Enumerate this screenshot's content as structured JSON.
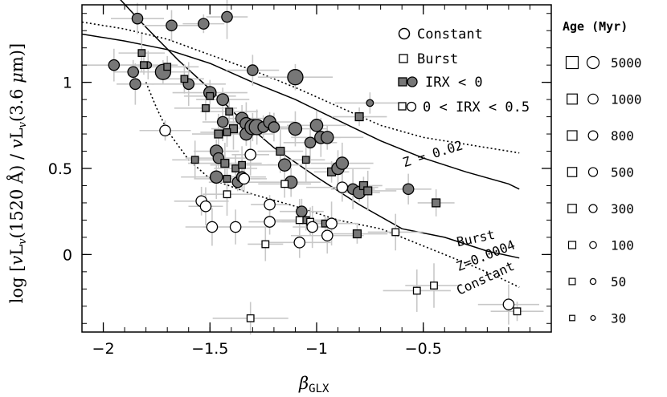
{
  "chart_data": {
    "type": "scatter",
    "xlabel": "β",
    "xlabel_sub": "GLX",
    "ylabel": "log [vL_v(1520 Å) / vL_v(3.6 μm)]",
    "ylabel_parts": {
      "log": "log [",
      "v1": "v",
      "L1": "L",
      "sub1": "v",
      "mid": "(1520 Å) / ",
      "v2": "v",
      "L2": "L",
      "sub2": "v",
      "end": "(3.6 ",
      "mu": "μ",
      "m": "m)]"
    },
    "xlim": [
      -2.1,
      0.1
    ],
    "ylim": [
      -0.45,
      1.45
    ],
    "x_ticks": [
      -2,
      -1.5,
      -1,
      -0.5
    ],
    "x_tick_labels": [
      "−2",
      "−1.5",
      "−1",
      "−0.5"
    ],
    "y_ticks": [
      0,
      0.5,
      1
    ],
    "y_tick_labels": [
      "0",
      "0.5",
      "1"
    ],
    "grid": false,
    "legend": {
      "placement": "top-right",
      "entries": [
        {
          "label": "Constant",
          "marker": "open-circle"
        },
        {
          "label": "Burst",
          "marker": "open-square"
        },
        {
          "label": "IRX < 0",
          "marker": "filled-square-and-circle"
        },
        {
          "label": "0 < IRX < 0.5",
          "marker": "open-square-and-circle"
        }
      ]
    },
    "age_key": {
      "title": "Age (Myr)",
      "entries": [
        {
          "label": "5000",
          "size": 1.0
        },
        {
          "label": "1000",
          "size": 0.8
        },
        {
          "label": "800",
          "size": 0.75
        },
        {
          "label": "500",
          "size": 0.7
        },
        {
          "label": "300",
          "size": 0.62
        },
        {
          "label": "100",
          "size": 0.5
        },
        {
          "label": "50",
          "size": 0.4
        },
        {
          "label": "30",
          "size": 0.3
        }
      ]
    },
    "curves": [
      {
        "name": "Z = 0.02",
        "kind": "burst",
        "style": "solid",
        "points": [
          [
            -2.1,
            1.28
          ],
          [
            -1.9,
            1.24
          ],
          [
            -1.7,
            1.19
          ],
          [
            -1.5,
            1.11
          ],
          [
            -1.3,
            1.0
          ],
          [
            -1.1,
            0.9
          ],
          [
            -0.9,
            0.78
          ],
          [
            -0.7,
            0.66
          ],
          [
            -0.5,
            0.56
          ],
          [
            -0.3,
            0.48
          ],
          [
            -0.1,
            0.41
          ],
          [
            -0.05,
            0.38
          ]
        ]
      },
      {
        "name": "Z = 0.02",
        "kind": "constant",
        "style": "dotted",
        "points": [
          [
            -2.1,
            1.35
          ],
          [
            -1.9,
            1.31
          ],
          [
            -1.7,
            1.25
          ],
          [
            -1.5,
            1.16
          ],
          [
            -1.3,
            1.07
          ],
          [
            -1.1,
            0.97
          ],
          [
            -0.9,
            0.86
          ],
          [
            -0.7,
            0.75
          ],
          [
            -0.5,
            0.68
          ],
          [
            -0.3,
            0.64
          ],
          [
            -0.1,
            0.6
          ],
          [
            -0.05,
            0.59
          ]
        ]
      },
      {
        "name": "Z=0.0004",
        "kind": "burst",
        "style": "solid",
        "points": [
          [
            -1.92,
            1.48
          ],
          [
            -1.8,
            1.32
          ],
          [
            -1.65,
            1.13
          ],
          [
            -1.5,
            0.96
          ],
          [
            -1.35,
            0.78
          ],
          [
            -1.2,
            0.62
          ],
          [
            -1.0,
            0.45
          ],
          [
            -0.8,
            0.29
          ],
          [
            -0.6,
            0.15
          ],
          [
            -0.4,
            0.1
          ],
          [
            -0.2,
            0.02
          ],
          [
            -0.05,
            -0.02
          ]
        ]
      },
      {
        "name": "Z=0.0004",
        "kind": "constant",
        "style": "dotted",
        "points": [
          [
            -1.8,
            1.0
          ],
          [
            -1.75,
            0.85
          ],
          [
            -1.7,
            0.72
          ],
          [
            -1.6,
            0.55
          ],
          [
            -1.5,
            0.44
          ],
          [
            -1.3,
            0.35
          ],
          [
            -1.1,
            0.28
          ],
          [
            -0.9,
            0.2
          ],
          [
            -0.7,
            0.15
          ],
          [
            -0.5,
            0.05
          ],
          [
            -0.3,
            -0.05
          ],
          [
            -0.15,
            -0.13
          ],
          [
            -0.05,
            -0.19
          ]
        ]
      }
    ],
    "annotations": [
      {
        "text": "Z = 0.02",
        "x": -0.45,
        "y": 0.56,
        "rotate": -17
      },
      {
        "text": "Burst",
        "x": -0.25,
        "y": 0.07,
        "rotate": -12
      },
      {
        "text": "Z=0.0004",
        "x": -0.2,
        "y": -0.03,
        "rotate": -22
      },
      {
        "text": "Constant",
        "x": -0.2,
        "y": -0.16,
        "rotate": -25
      }
    ],
    "series": [
      {
        "name": "IRX < 0",
        "marker": "filled",
        "points": [
          {
            "x": -1.95,
            "y": 1.1,
            "s": "c",
            "sz": 0.62
          },
          {
            "x": -1.86,
            "y": 1.06,
            "s": "c",
            "sz": 0.62
          },
          {
            "x": -1.84,
            "y": 1.37,
            "s": "c",
            "sz": 0.62
          },
          {
            "x": -1.85,
            "y": 0.99,
            "s": "c",
            "sz": 0.62
          },
          {
            "x": -1.79,
            "y": 1.1,
            "s": "c",
            "sz": 0.3
          },
          {
            "x": -1.82,
            "y": 1.17,
            "s": "s",
            "sz": 0.5
          },
          {
            "x": -1.81,
            "y": 1.1,
            "s": "s",
            "sz": 0.5
          },
          {
            "x": -1.72,
            "y": 1.06,
            "s": "c",
            "sz": 1.0
          },
          {
            "x": -1.7,
            "y": 1.09,
            "s": "s",
            "sz": 0.5
          },
          {
            "x": -1.68,
            "y": 1.33,
            "s": "c",
            "sz": 0.62
          },
          {
            "x": -1.53,
            "y": 1.34,
            "s": "c",
            "sz": 0.62
          },
          {
            "x": -1.6,
            "y": 0.99,
            "s": "c",
            "sz": 0.62
          },
          {
            "x": -1.62,
            "y": 1.02,
            "s": "s",
            "sz": 0.5
          },
          {
            "x": -1.5,
            "y": 0.94,
            "s": "c",
            "sz": 0.75
          },
          {
            "x": -1.5,
            "y": 0.92,
            "s": "s",
            "sz": 0.5
          },
          {
            "x": -1.52,
            "y": 0.85,
            "s": "s",
            "sz": 0.5
          },
          {
            "x": -1.42,
            "y": 1.38,
            "s": "c",
            "sz": 0.62
          },
          {
            "x": -1.44,
            "y": 0.9,
            "s": "c",
            "sz": 0.7
          },
          {
            "x": -1.41,
            "y": 0.83,
            "s": "s",
            "sz": 0.5
          },
          {
            "x": -1.44,
            "y": 0.77,
            "s": "c",
            "sz": 0.62
          },
          {
            "x": -1.35,
            "y": 0.79,
            "s": "c",
            "sz": 0.75
          },
          {
            "x": -1.33,
            "y": 0.76,
            "s": "c",
            "sz": 0.75
          },
          {
            "x": -1.39,
            "y": 0.73,
            "s": "s",
            "sz": 0.62
          },
          {
            "x": -1.33,
            "y": 0.7,
            "s": "c",
            "sz": 0.75
          },
          {
            "x": -1.3,
            "y": 0.74,
            "s": "c",
            "sz": 1.0
          },
          {
            "x": -1.28,
            "y": 0.74,
            "s": "c",
            "sz": 1.0
          },
          {
            "x": -1.25,
            "y": 0.74,
            "s": "c",
            "sz": 0.62
          },
          {
            "x": -1.22,
            "y": 0.77,
            "s": "c",
            "sz": 0.75
          },
          {
            "x": -1.2,
            "y": 0.74,
            "s": "c",
            "sz": 0.62
          },
          {
            "x": -1.1,
            "y": 0.73,
            "s": "c",
            "sz": 0.8
          },
          {
            "x": -1.1,
            "y": 1.03,
            "s": "c",
            "sz": 1.0
          },
          {
            "x": -1.3,
            "y": 1.07,
            "s": "c",
            "sz": 0.62
          },
          {
            "x": -1.46,
            "y": 0.7,
            "s": "s",
            "sz": 0.62
          },
          {
            "x": -1.42,
            "y": 0.71,
            "s": "s",
            "sz": 0.5
          },
          {
            "x": -1.47,
            "y": 0.6,
            "s": "c",
            "sz": 0.75
          },
          {
            "x": -1.46,
            "y": 0.56,
            "s": "c",
            "sz": 0.62
          },
          {
            "x": -1.57,
            "y": 0.55,
            "s": "s",
            "sz": 0.5
          },
          {
            "x": -1.47,
            "y": 0.45,
            "s": "c",
            "sz": 0.75
          },
          {
            "x": -1.43,
            "y": 0.53,
            "s": "s",
            "sz": 0.62
          },
          {
            "x": -1.42,
            "y": 0.44,
            "s": "s",
            "sz": 0.5
          },
          {
            "x": -1.37,
            "y": 0.42,
            "s": "c",
            "sz": 0.62
          },
          {
            "x": -1.35,
            "y": 0.45,
            "s": "c",
            "sz": 0.62
          },
          {
            "x": -1.38,
            "y": 0.5,
            "s": "s",
            "sz": 0.5
          },
          {
            "x": -1.35,
            "y": 0.52,
            "s": "s",
            "sz": 0.5
          },
          {
            "x": -1.17,
            "y": 0.6,
            "s": "s",
            "sz": 0.62
          },
          {
            "x": -1.15,
            "y": 0.52,
            "s": "c",
            "sz": 0.75
          },
          {
            "x": -1.12,
            "y": 0.42,
            "s": "c",
            "sz": 0.75
          },
          {
            "x": -1.05,
            "y": 0.55,
            "s": "s",
            "sz": 0.5
          },
          {
            "x": -1.03,
            "y": 0.65,
            "s": "c",
            "sz": 0.62
          },
          {
            "x": -1.0,
            "y": 0.75,
            "s": "c",
            "sz": 0.75
          },
          {
            "x": -0.98,
            "y": 0.68,
            "s": "c",
            "sz": 0.75
          },
          {
            "x": -0.95,
            "y": 0.68,
            "s": "c",
            "sz": 0.75
          },
          {
            "x": -0.93,
            "y": 0.48,
            "s": "s",
            "sz": 0.62
          },
          {
            "x": -0.9,
            "y": 0.5,
            "s": "c",
            "sz": 0.75
          },
          {
            "x": -0.88,
            "y": 0.53,
            "s": "c",
            "sz": 0.75
          },
          {
            "x": -0.83,
            "y": 0.38,
            "s": "c",
            "sz": 0.62
          },
          {
            "x": -0.8,
            "y": 0.36,
            "s": "c",
            "sz": 0.75
          },
          {
            "x": -0.78,
            "y": 0.4,
            "s": "s",
            "sz": 0.62
          },
          {
            "x": -0.76,
            "y": 0.37,
            "s": "s",
            "sz": 0.62
          },
          {
            "x": -0.75,
            "y": 0.88,
            "s": "c",
            "sz": 0.3
          },
          {
            "x": -0.8,
            "y": 0.8,
            "s": "s",
            "sz": 0.62
          },
          {
            "x": -0.57,
            "y": 0.38,
            "s": "c",
            "sz": 0.62
          },
          {
            "x": -0.44,
            "y": 0.3,
            "s": "s",
            "sz": 0.62
          },
          {
            "x": -1.07,
            "y": 0.25,
            "s": "c",
            "sz": 0.62
          },
          {
            "x": -1.05,
            "y": 0.2,
            "s": "s",
            "sz": 0.5
          },
          {
            "x": -0.96,
            "y": 0.18,
            "s": "s",
            "sz": 0.5
          },
          {
            "x": -0.81,
            "y": 0.12,
            "s": "s",
            "sz": 0.62
          }
        ]
      },
      {
        "name": "0 < IRX < 0.5",
        "marker": "open",
        "points": [
          {
            "x": -1.71,
            "y": 0.72,
            "s": "c",
            "sz": 0.62
          },
          {
            "x": -1.54,
            "y": 0.31,
            "s": "c",
            "sz": 0.62
          },
          {
            "x": -1.52,
            "y": 0.28,
            "s": "c",
            "sz": 0.62
          },
          {
            "x": -1.49,
            "y": 0.16,
            "s": "c",
            "sz": 0.62
          },
          {
            "x": -1.42,
            "y": 0.35,
            "s": "s",
            "sz": 0.5
          },
          {
            "x": -1.38,
            "y": 0.16,
            "s": "c",
            "sz": 0.62
          },
          {
            "x": -1.34,
            "y": 0.44,
            "s": "c",
            "sz": 0.62
          },
          {
            "x": -1.31,
            "y": 0.58,
            "s": "c",
            "sz": 0.62
          },
          {
            "x": -1.22,
            "y": 0.29,
            "s": "c",
            "sz": 0.62
          },
          {
            "x": -1.22,
            "y": 0.19,
            "s": "c",
            "sz": 0.62
          },
          {
            "x": -1.24,
            "y": 0.06,
            "s": "s",
            "sz": 0.5
          },
          {
            "x": -1.15,
            "y": 0.41,
            "s": "s",
            "sz": 0.5
          },
          {
            "x": -1.08,
            "y": 0.2,
            "s": "s",
            "sz": 0.5
          },
          {
            "x": -1.03,
            "y": 0.19,
            "s": "s",
            "sz": 0.5
          },
          {
            "x": -1.02,
            "y": 0.16,
            "s": "c",
            "sz": 0.62
          },
          {
            "x": -1.08,
            "y": 0.07,
            "s": "c",
            "sz": 0.62
          },
          {
            "x": -0.95,
            "y": 0.11,
            "s": "c",
            "sz": 0.62
          },
          {
            "x": -0.93,
            "y": 0.18,
            "s": "c",
            "sz": 0.62
          },
          {
            "x": -0.88,
            "y": 0.39,
            "s": "c",
            "sz": 0.62
          },
          {
            "x": -0.63,
            "y": 0.13,
            "s": "s",
            "sz": 0.5
          },
          {
            "x": -0.53,
            "y": -0.21,
            "s": "s",
            "sz": 0.5
          },
          {
            "x": -0.45,
            "y": -0.18,
            "s": "s",
            "sz": 0.5
          },
          {
            "x": -0.1,
            "y": -0.29,
            "s": "c",
            "sz": 0.62
          },
          {
            "x": -0.06,
            "y": -0.33,
            "s": "s",
            "sz": 0.5
          },
          {
            "x": -1.31,
            "y": -0.37,
            "s": "s",
            "sz": 0.5
          }
        ]
      }
    ]
  }
}
